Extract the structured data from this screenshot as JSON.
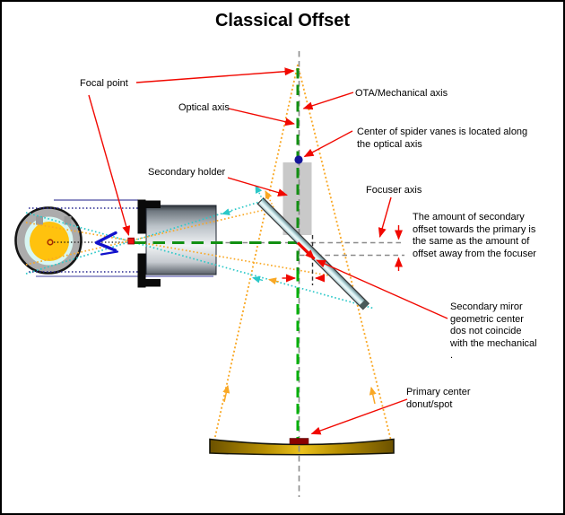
{
  "title": "Classical Offset",
  "labels": {
    "focal_point": "Focal point",
    "optical_axis": "Optical axis",
    "secondary_holder": "Secondary holder",
    "ota_mechanical_axis": "OTA/Mechanical axis",
    "spider_vanes": "Center of spider vanes is located along\nthe optical axis",
    "focuser_axis": "Focuser axis",
    "offset_amount": "The amount of secondary\noffset towards the primary is\nthe  same as the amount of\noffset away from the focuser",
    "secondary_mirror_center": "Secondary miror\ngeometric center\ndos not coincide\nwith the mechanical\n.",
    "primary_center": "Primary center\ndonut/spot"
  },
  "colors": {
    "annotation_red": "#F10800",
    "cone_orange": "#F9A825",
    "ray_cyan": "#2BC8C8",
    "ray_navy": "#26268F",
    "optical_axis_green": "#129012",
    "optical_axis_green_bright": "#00B007",
    "mechanical_axis_gray": "#8C8C8C",
    "primary_gold": "#D9A900",
    "center_spot_darkred": "#8B0000",
    "eyepiece_yellow": "#FFC20E",
    "eyepiece_ring_cyan": "#D8F6F2",
    "eye_blue": "#1212CC"
  }
}
